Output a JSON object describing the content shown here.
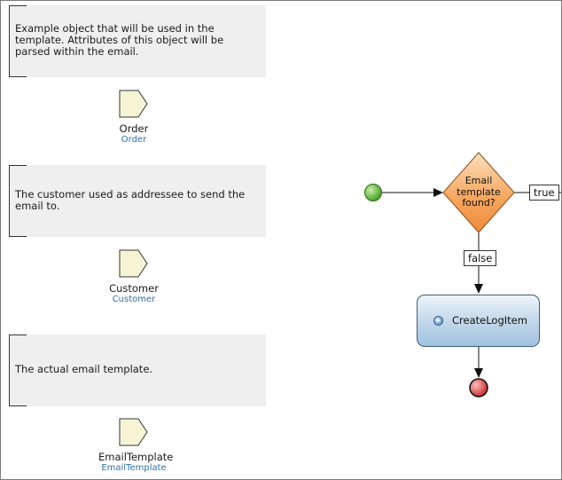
{
  "annotations": [
    {
      "text": "Example object that will be used in the template. Attributes of this object will be parsed within the email."
    },
    {
      "text": "The customer used as addressee to send the email to."
    },
    {
      "text": "The actual email template."
    }
  ],
  "parameters": [
    {
      "name": "Order",
      "type": "Order"
    },
    {
      "name": "Customer",
      "type": "Customer"
    },
    {
      "name": "EmailTemplate",
      "type": "EmailTemplate"
    }
  ],
  "flow": {
    "decision": {
      "caption": "Email template found?"
    },
    "true_label": "true",
    "false_label": "false",
    "activity": {
      "label": "CreateLogItem"
    }
  },
  "colors": {
    "start_event": "#4caf2a",
    "end_event": "#d03030",
    "decision_fill": "#f6a860",
    "annotation_bg": "#efefef",
    "type_link": "#2f6ea3"
  }
}
